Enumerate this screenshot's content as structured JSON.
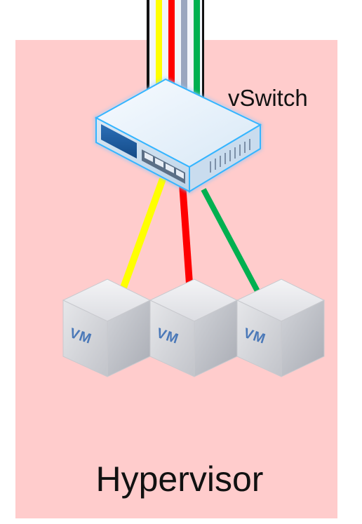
{
  "labels": {
    "vswitch": "vSwitch",
    "hypervisor": "Hypervisor"
  },
  "vms": [
    {
      "label": "VM",
      "link_color": "#ffff00"
    },
    {
      "label": "VM",
      "link_color": "#ff0000"
    },
    {
      "label": "VM",
      "link_color": "#00b050"
    }
  ],
  "uplink_colors": [
    "#ffff00",
    "#ff0000",
    "#9aa6bf",
    "#00b050"
  ],
  "colors": {
    "hypervisor_fill": "#ffcccc",
    "vm_text": "#4a78b8",
    "switch_body": "#e9f3fb",
    "switch_glow": "#35b5ff"
  }
}
